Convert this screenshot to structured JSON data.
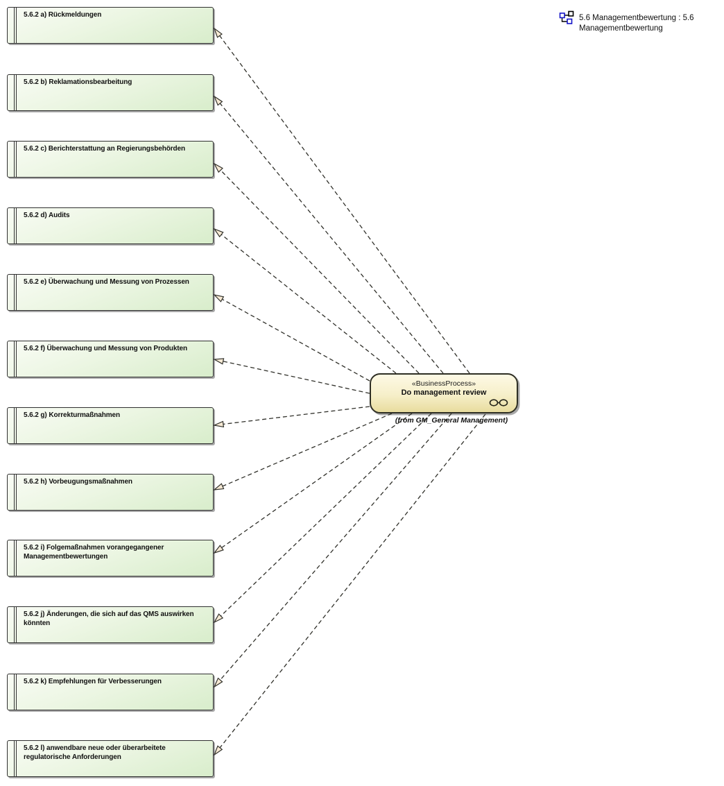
{
  "diagram_ref": {
    "icon": "composite-diagram-icon",
    "label_line1": "5.6 Managementbewertung : 5.6",
    "label_line2": "Managementbewertung"
  },
  "process": {
    "stereotype": "«BusinessProcess»",
    "name": "Do management review",
    "from_note": "(from GM_General Management)",
    "icon": "linked-ovals-process-icon"
  },
  "inputs": [
    {
      "label": "5.6.2 a) Rückmeldungen"
    },
    {
      "label": "5.6.2 b) Reklamationsbearbeitung"
    },
    {
      "label": "5.6.2 c) Berichterstattung an Regierungsbehörden"
    },
    {
      "label": "5.6.2 d) Audits"
    },
    {
      "label": "5.6.2 e) Überwachung und Messung von Prozessen"
    },
    {
      "label": "5.6.2 f) Überwachung und Messung von Produkten"
    },
    {
      "label": "5.6.2 g) Korrekturmaßnahmen"
    },
    {
      "label": "5.6.2 h) Vorbeugungsmaßnahmen"
    },
    {
      "label": "5.6.2 i) Folgemaßnahmen vorangegangener Managementbewertungen"
    },
    {
      "label": "5.6.2 j) Änderungen, die sich auf das QMS auswirken könnten"
    },
    {
      "label": "5.6.2 k) Empfehlungen für Verbesserungen"
    },
    {
      "label": "5.6.2 l) anwendbare neue oder überarbeitete regulatorische Anforderungen"
    }
  ],
  "colors": {
    "node_fill_top": "#f9fcf5",
    "node_fill_bottom": "#d8edcb",
    "process_fill_top": "#fdf9e5",
    "process_fill_bottom": "#e8dc9e",
    "connector": "#30302a",
    "arrowhead_fill": "#f6e9d4",
    "ref_icon_blue": "#1414c8",
    "shadow": "#a8a8a8"
  }
}
